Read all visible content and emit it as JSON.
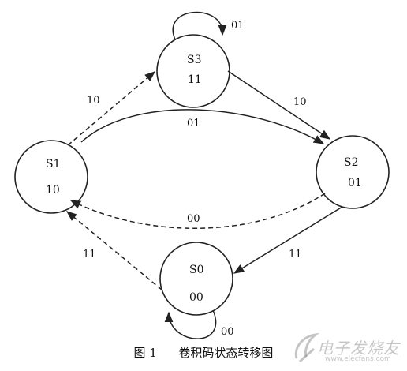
{
  "states": [
    {
      "id": "S3",
      "name": "S3",
      "output": "11"
    },
    {
      "id": "S1",
      "name": "S1",
      "output": "10"
    },
    {
      "id": "S2",
      "name": "S2",
      "output": "01"
    },
    {
      "id": "S0",
      "name": "S0",
      "output": "00"
    }
  ],
  "transitions": [
    {
      "from": "S3",
      "to": "S3",
      "label": "01",
      "style": "solid"
    },
    {
      "from": "S1",
      "to": "S3",
      "label": "10",
      "style": "dashed"
    },
    {
      "from": "S3",
      "to": "S2",
      "label": "10",
      "style": "solid"
    },
    {
      "from": "S1",
      "to": "S2",
      "label": "01",
      "style": "solid"
    },
    {
      "from": "S2",
      "to": "S1",
      "label": "00",
      "style": "dashed"
    },
    {
      "from": "S2",
      "to": "S0",
      "label": "11",
      "style": "solid"
    },
    {
      "from": "S0",
      "to": "S1",
      "label": "11",
      "style": "dashed"
    },
    {
      "from": "S0",
      "to": "S0",
      "label": "00",
      "style": "solid"
    }
  ],
  "caption": {
    "number": "图 1",
    "text": "卷积码状态转移图"
  },
  "watermark": {
    "text": "电子发烧友",
    "sub": "www.elecfans.com"
  },
  "colors": {
    "stroke": "#222222",
    "text": "#111111"
  }
}
